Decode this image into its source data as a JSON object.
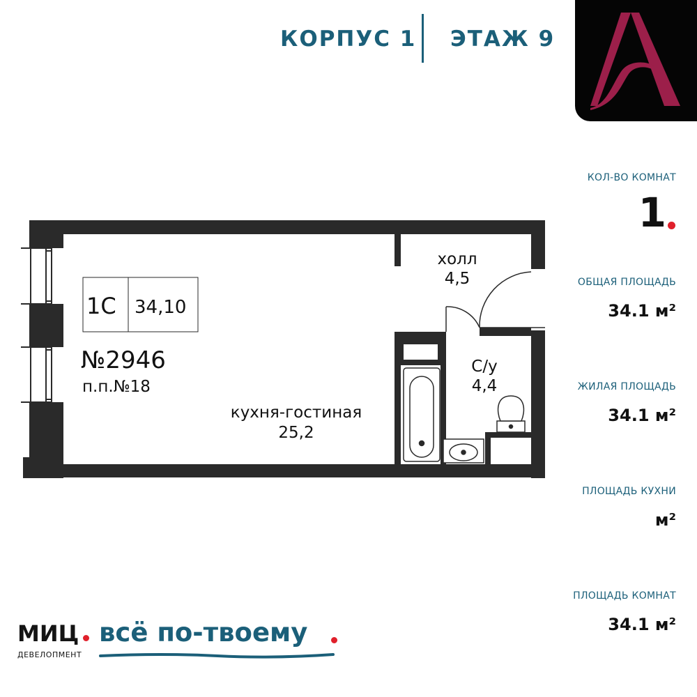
{
  "header": {
    "building": "КОРПУС 1",
    "floor": "ЭТАЖ 9"
  },
  "logo": {
    "icon": "letter-a-logo-icon",
    "letter_color": "#9c1f4a",
    "bg_color": "#050505"
  },
  "specs": {
    "rooms_label": "КОЛ-ВО КОМНАТ",
    "rooms_value": "1",
    "total_area_label": "ОБЩАЯ ПЛОЩАДЬ",
    "total_area_value": "34.1 м²",
    "living_area_label": "ЖИЛАЯ ПЛОЩАДЬ",
    "living_area_value": "34.1 м²",
    "kitchen_area_label": "ПЛОЩАДЬ КУХНИ",
    "kitchen_area_value": "м²",
    "rooms_area_label": "ПЛОЩАДЬ КОМНАТ",
    "rooms_area_value": "34.1 м²"
  },
  "plan": {
    "type_code": "1С",
    "type_area": "34,10",
    "apartment_number": "№2946",
    "pp_number": "п.п.№18",
    "rooms": [
      {
        "name": "кухня-гостиная",
        "area": "25,2"
      },
      {
        "name": "холл",
        "area": "4,5"
      },
      {
        "name": "С/у",
        "area": "4,4"
      }
    ]
  },
  "footer": {
    "brand": "МИЦ",
    "brand_sub": "ДЕВЕЛОПМЕНТ",
    "slogan": "всё по-твоему"
  },
  "colors": {
    "accent": "#1b5f79",
    "red_dot": "#e0202b",
    "wall": "#2a2a2a"
  }
}
